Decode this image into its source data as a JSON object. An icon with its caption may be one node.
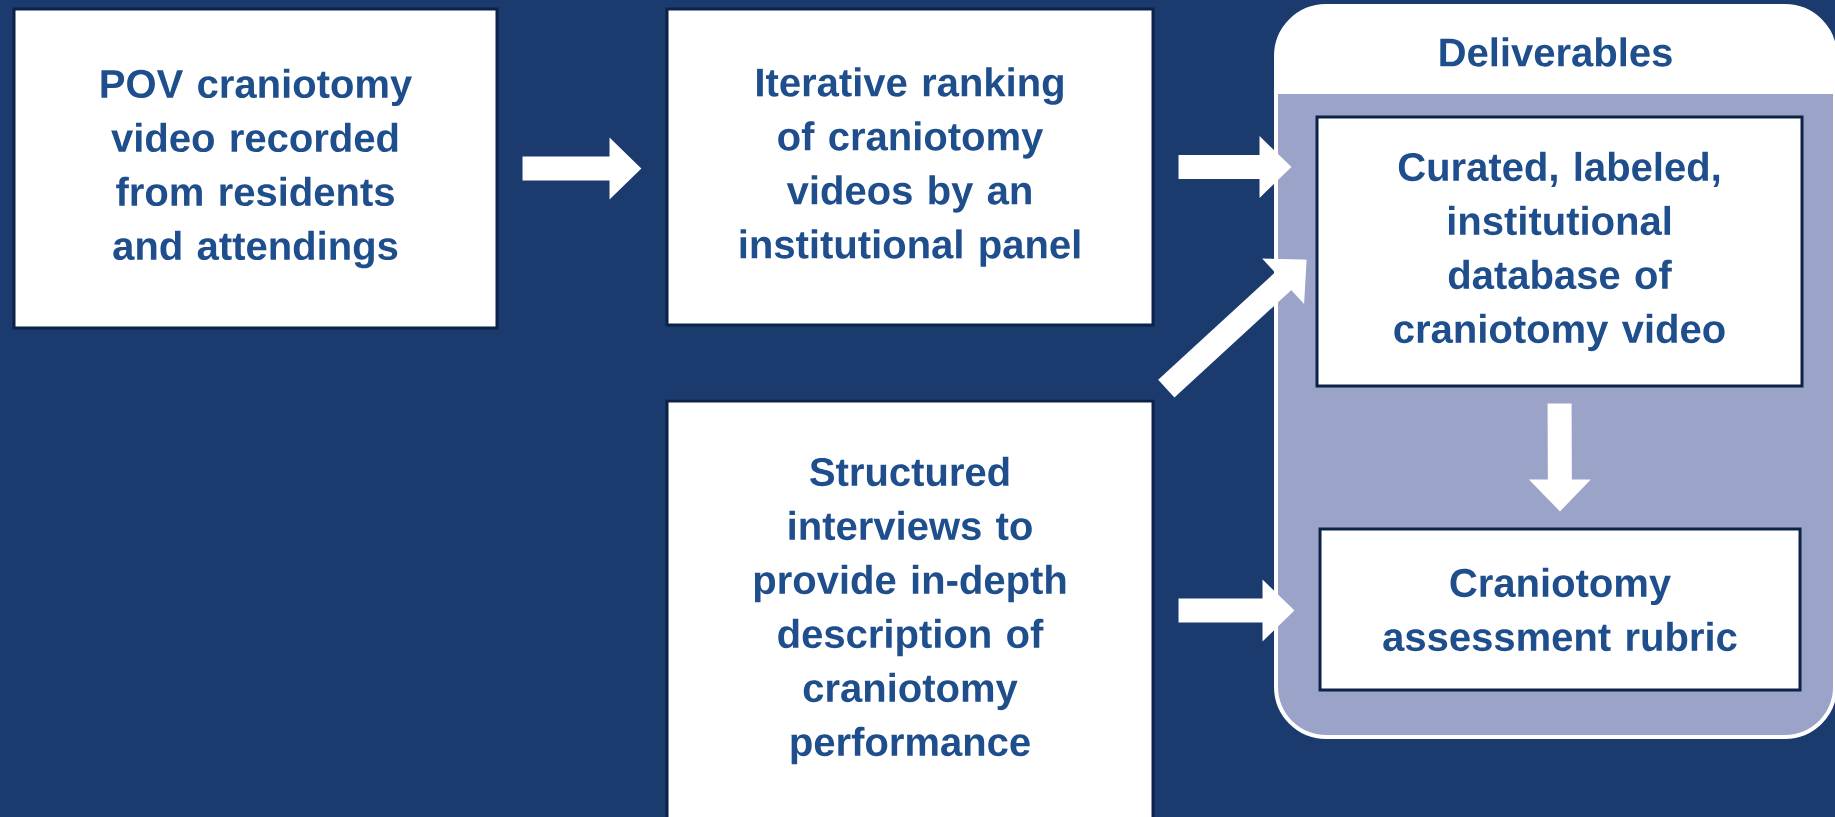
{
  "diagram": {
    "nodes": [
      {
        "text": [
          "POV craniotomy video recorded from residents and attendings"
        ]
      },
      {
        "text": [
          "Iterative ranking of craniotomy videos by an institutional panel"
        ]
      },
      {
        "text": [
          "Deliverables"
        ]
      },
      {
        "text": [
          "Curated, labeled, institutional database of craniotomy video"
        ],
        "in": 2
      },
      {
        "text": [
          "Craniotomy assessment rubric"
        ],
        "in": 2
      },
      {
        "text": [
          "Structured interviews to provide in-depth description of craniotomy performance"
        ]
      }
    ],
    "edges": [
      {
        "from": 0,
        "to": 1,
        "arrow": "to"
      },
      {
        "from": 1,
        "to": 3,
        "arrow": "to"
      },
      {
        "from": 5,
        "to": 3,
        "arrow": "to"
      },
      {
        "from": 5,
        "to": 4,
        "arrow": "to"
      },
      {
        "from": 3,
        "to": 4,
        "arrow": "to"
      }
    ]
  }
}
